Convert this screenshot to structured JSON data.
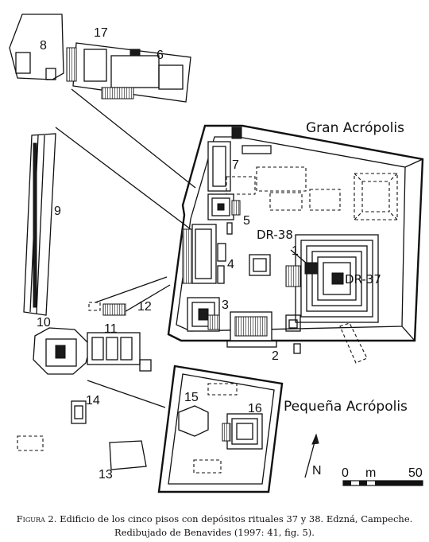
{
  "map_labels": {
    "gran_acropolis": "Gran Acrópolis",
    "pequena_acropolis": "Pequeña Acrópolis",
    "dr38": "DR-38",
    "dr37": "DR-37",
    "north": "N"
  },
  "structure_numbers": [
    "1",
    "2",
    "3",
    "4",
    "5",
    "6",
    "7",
    "8",
    "9",
    "10",
    "11",
    "12",
    "13",
    "14",
    "15",
    "16",
    "17"
  ],
  "scale_bar": {
    "start": "0",
    "unit": "m",
    "end": "50"
  },
  "caption": {
    "figure_label": "Figura 2.",
    "line1": "Edificio de los cinco pisos con depósitos rituales 37 y 38. Edzná, Campeche.",
    "line2": "Redibujado de Benavides (1997: 41, fig. 5)."
  }
}
